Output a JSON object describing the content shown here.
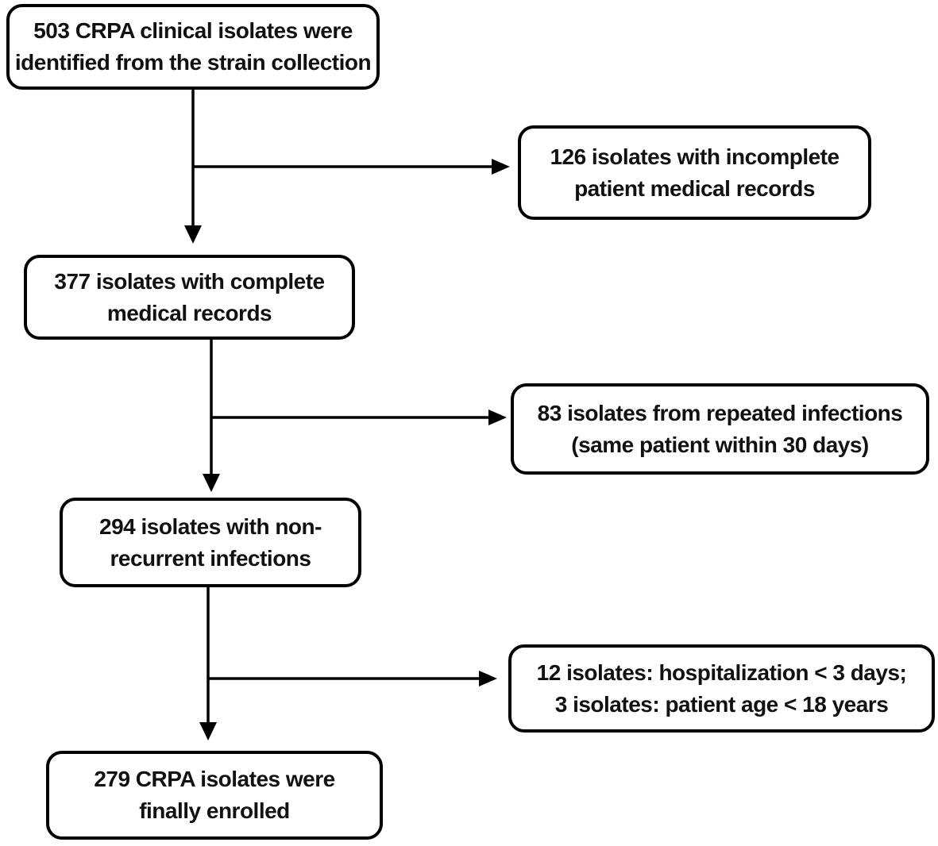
{
  "diagram": {
    "type": "flowchart",
    "colors": {
      "border": "#000000",
      "text": "#111111",
      "background": "#ffffff",
      "arrow": "#000000"
    },
    "main_flow": [
      {
        "id": "identified",
        "count": 503,
        "lines": [
          "503 CRPA clinical isolates were",
          "identified from the strain collection"
        ]
      },
      {
        "id": "complete-records",
        "count": 377,
        "lines": [
          "377 isolates with complete",
          "medical records"
        ]
      },
      {
        "id": "non-recurrent",
        "count": 294,
        "lines": [
          "294 isolates with non-",
          "recurrent infections"
        ]
      },
      {
        "id": "enrolled",
        "count": 279,
        "lines": [
          "279 CRPA isolates were",
          "finally enrolled"
        ]
      }
    ],
    "exclusions": [
      {
        "id": "incomplete-records",
        "count": 126,
        "lines": [
          "126 isolates with incomplete",
          "patient medical records"
        ]
      },
      {
        "id": "repeated-infections",
        "count": 83,
        "lines": [
          "83 isolates from repeated infections",
          "(same patient within 30 days)"
        ]
      },
      {
        "id": "short-stay-or-underage",
        "counts": [
          12,
          3
        ],
        "lines": [
          "12 isolates: hospitalization < 3 days;",
          "3 isolates: patient age < 18 years"
        ]
      }
    ]
  }
}
